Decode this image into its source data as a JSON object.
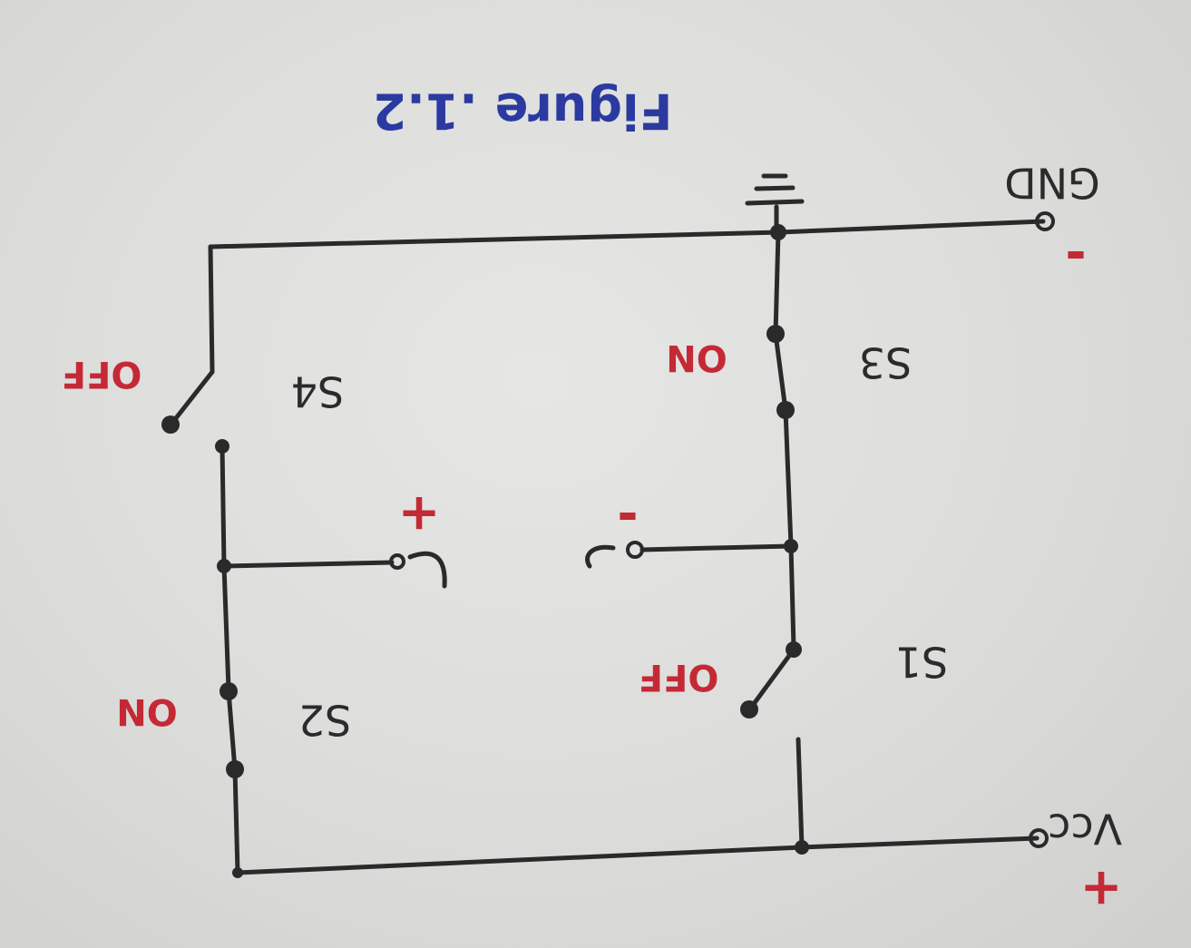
{
  "figure": {
    "caption": "Figure .1.2"
  },
  "terminals": {
    "gnd_label": "GND",
    "gnd_sign": "-",
    "vcc_label": "Vcc",
    "vcc_sign": "+"
  },
  "load": {
    "plus_sign": "+",
    "minus_sign": "-"
  },
  "switches": [
    {
      "id": "s1",
      "label": "S1",
      "state": "OFF"
    },
    {
      "id": "s2",
      "label": "S2",
      "state": "ON"
    },
    {
      "id": "s3",
      "label": "S3",
      "state": "ON"
    },
    {
      "id": "s4",
      "label": "S4",
      "state": "OFF"
    }
  ],
  "colors": {
    "ink": "#2a2a2a",
    "state_text": "#c42a35",
    "caption_text": "#2b3aa0",
    "paper": "#e2e2e0"
  }
}
